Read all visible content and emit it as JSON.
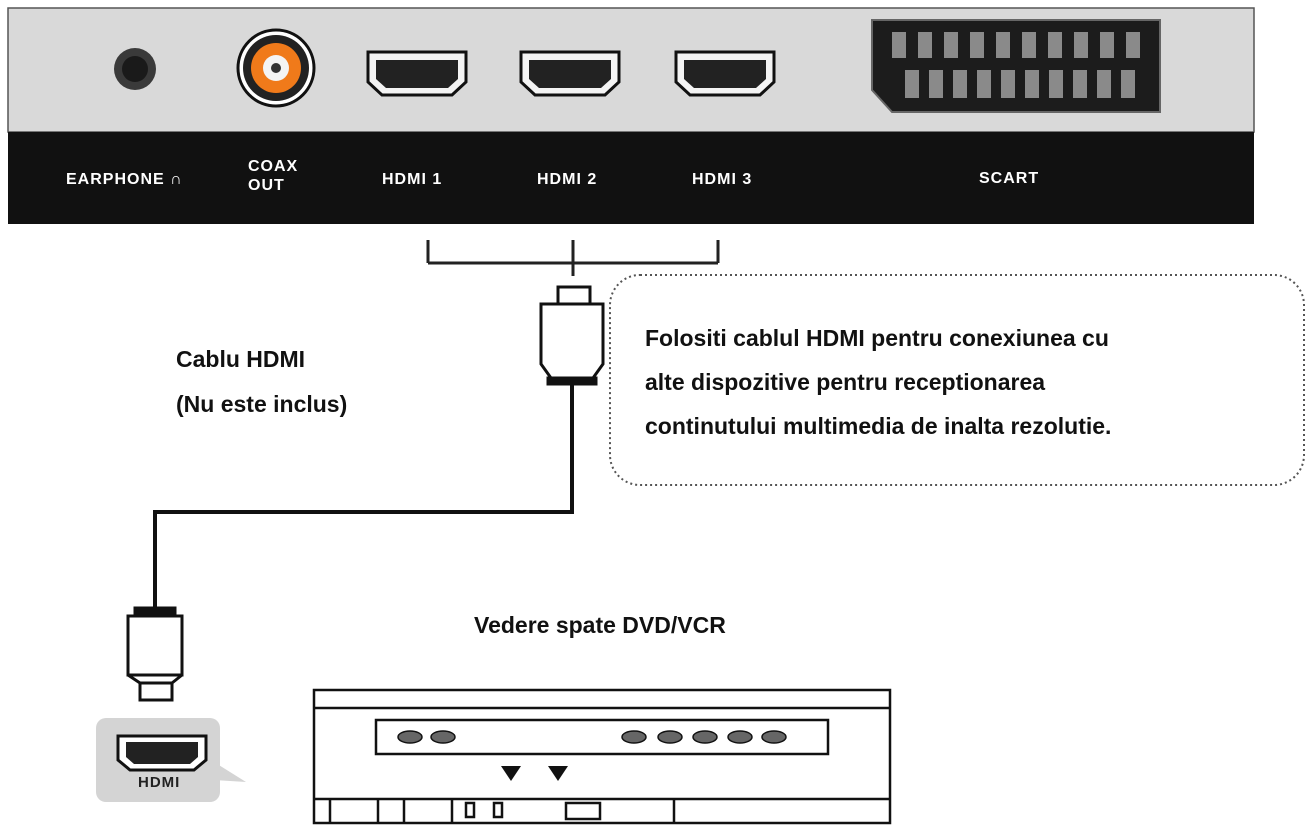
{
  "panel": {
    "ports": [
      {
        "id": "earphone",
        "label": "EARPHONE",
        "icon": "headphone-icon"
      },
      {
        "id": "coax",
        "label_line1": "COAX",
        "label_line2": "OUT"
      },
      {
        "id": "hdmi1",
        "label": "HDMI 1"
      },
      {
        "id": "hdmi2",
        "label": "HDMI 2"
      },
      {
        "id": "hdmi3",
        "label": "HDMI 3"
      },
      {
        "id": "scart",
        "label": "SCART"
      }
    ]
  },
  "cable": {
    "title": "Cablu HDMI",
    "subtitle": "(Nu este inclus)"
  },
  "callout": {
    "lines": [
      "Folositi cablul HDMI  pentru  conexiunea cu",
      "alte  dispozitive  pentru  receptionarea",
      "continutului multimedia de inalta rezolutie."
    ]
  },
  "device": {
    "title": "Vedere spate DVD/VCR",
    "hdmi_badge": "HDMI"
  },
  "colors": {
    "panel_top": "#d9d9d9",
    "label_bar": "#111111",
    "coax_orange": "#f07a1a"
  }
}
